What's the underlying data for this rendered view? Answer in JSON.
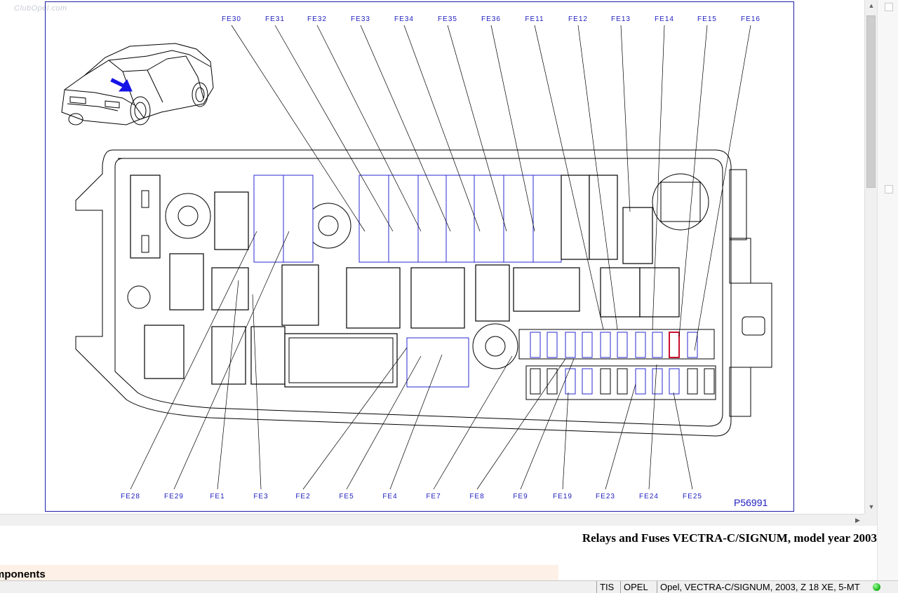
{
  "watermark": "ClubOpel.com",
  "diagram": {
    "picture_id": "P56991",
    "top_labels": [
      "FE30",
      "FE31",
      "FE32",
      "FE33",
      "FE34",
      "FE35",
      "FE36",
      "FE11",
      "FE12",
      "FE13",
      "FE14",
      "FE15",
      "FE16"
    ],
    "bottom_labels": [
      "FE28",
      "FE29",
      "FE1",
      "FE3",
      "FE2",
      "FE5",
      "FE4",
      "FE7",
      "FE8",
      "FE9",
      "FE19",
      "FE23",
      "FE24",
      "FE25"
    ],
    "highlighted_fuse_color": "#c8102e",
    "line_color": "#2020c0",
    "arrow_color": "#1414e6"
  },
  "caption": "Relays and Fuses VECTRA-C/SIGNUM, model year 2003",
  "section_title": "mponents",
  "status": {
    "app": "TIS",
    "brand": "OPEL",
    "vehicle": "Opel, VECTRA-C/SIGNUM, 2003, Z 18 XE, 5-MT",
    "indicator_color": "#13b013"
  },
  "scrollbar_icons": {
    "up": "triangle-up-icon",
    "down": "triangle-down-icon",
    "left": "triangle-left-icon",
    "right": "triangle-right-icon"
  }
}
